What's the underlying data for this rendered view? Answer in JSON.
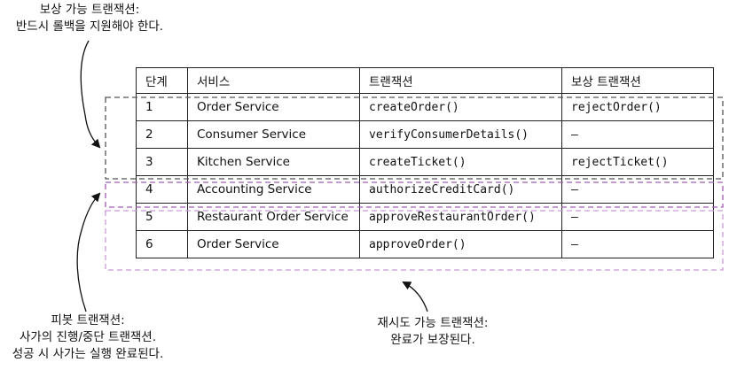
{
  "notes": {
    "compensatable": [
      "보상 가능 트랜잭션:",
      "반드시 롤백을 지원해야 한다."
    ],
    "pivot": [
      "피봇 트랜잭션:",
      "사가의 진행/중단 트랜잭션.",
      "성공 시 사가는 실행 완료된다."
    ],
    "retriable": [
      "재시도 가능 트랜잭션:",
      "완료가 보장된다."
    ]
  },
  "table": {
    "headers": [
      "단계",
      "서비스",
      "트랜잭션",
      "보상 트랜잭션"
    ],
    "rows": [
      {
        "step": "1",
        "service": "Order Service",
        "transaction": "createOrder()",
        "compensation": "rejectOrder()"
      },
      {
        "step": "2",
        "service": "Consumer Service",
        "transaction": "verifyConsumerDetails()",
        "compensation": "–"
      },
      {
        "step": "3",
        "service": "Kitchen Service",
        "transaction": "createTicket()",
        "compensation": "rejectTicket()"
      },
      {
        "step": "4",
        "service": "Accounting Service",
        "transaction": "authorizeCreditCard()",
        "compensation": "–"
      },
      {
        "step": "5",
        "service": "Restaurant Order Service",
        "transaction": "approveRestaurantOrder()",
        "compensation": "–"
      },
      {
        "step": "6",
        "service": "Order Service",
        "transaction": "approveOrder()",
        "compensation": "–"
      }
    ]
  },
  "colors": {
    "compensatable_box": "#555555",
    "pivot_box": "#a05ab4",
    "retriable_box": "#c89ad6",
    "arrow": "#111111",
    "table_border": "#222222"
  }
}
